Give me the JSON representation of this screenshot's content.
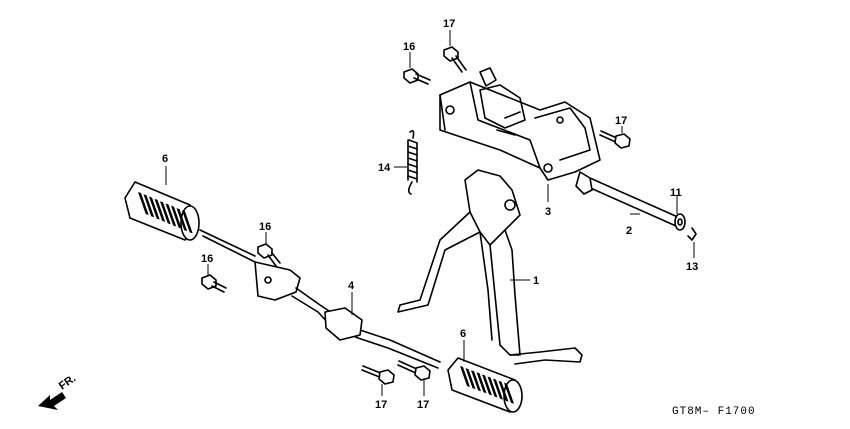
{
  "diagram": {
    "code": "GT8M– F1700",
    "direction_label": "FR.",
    "callouts": {
      "c1": "1",
      "c2": "2",
      "c3": "3",
      "c4": "4",
      "c6a": "6",
      "c6b": "6",
      "c11": "11",
      "c13": "13",
      "c14": "14",
      "c16a": "16",
      "c16b": "16",
      "c16c": "16",
      "c17a": "17",
      "c17b": "17",
      "c17c": "17",
      "c17d": "17"
    }
  }
}
